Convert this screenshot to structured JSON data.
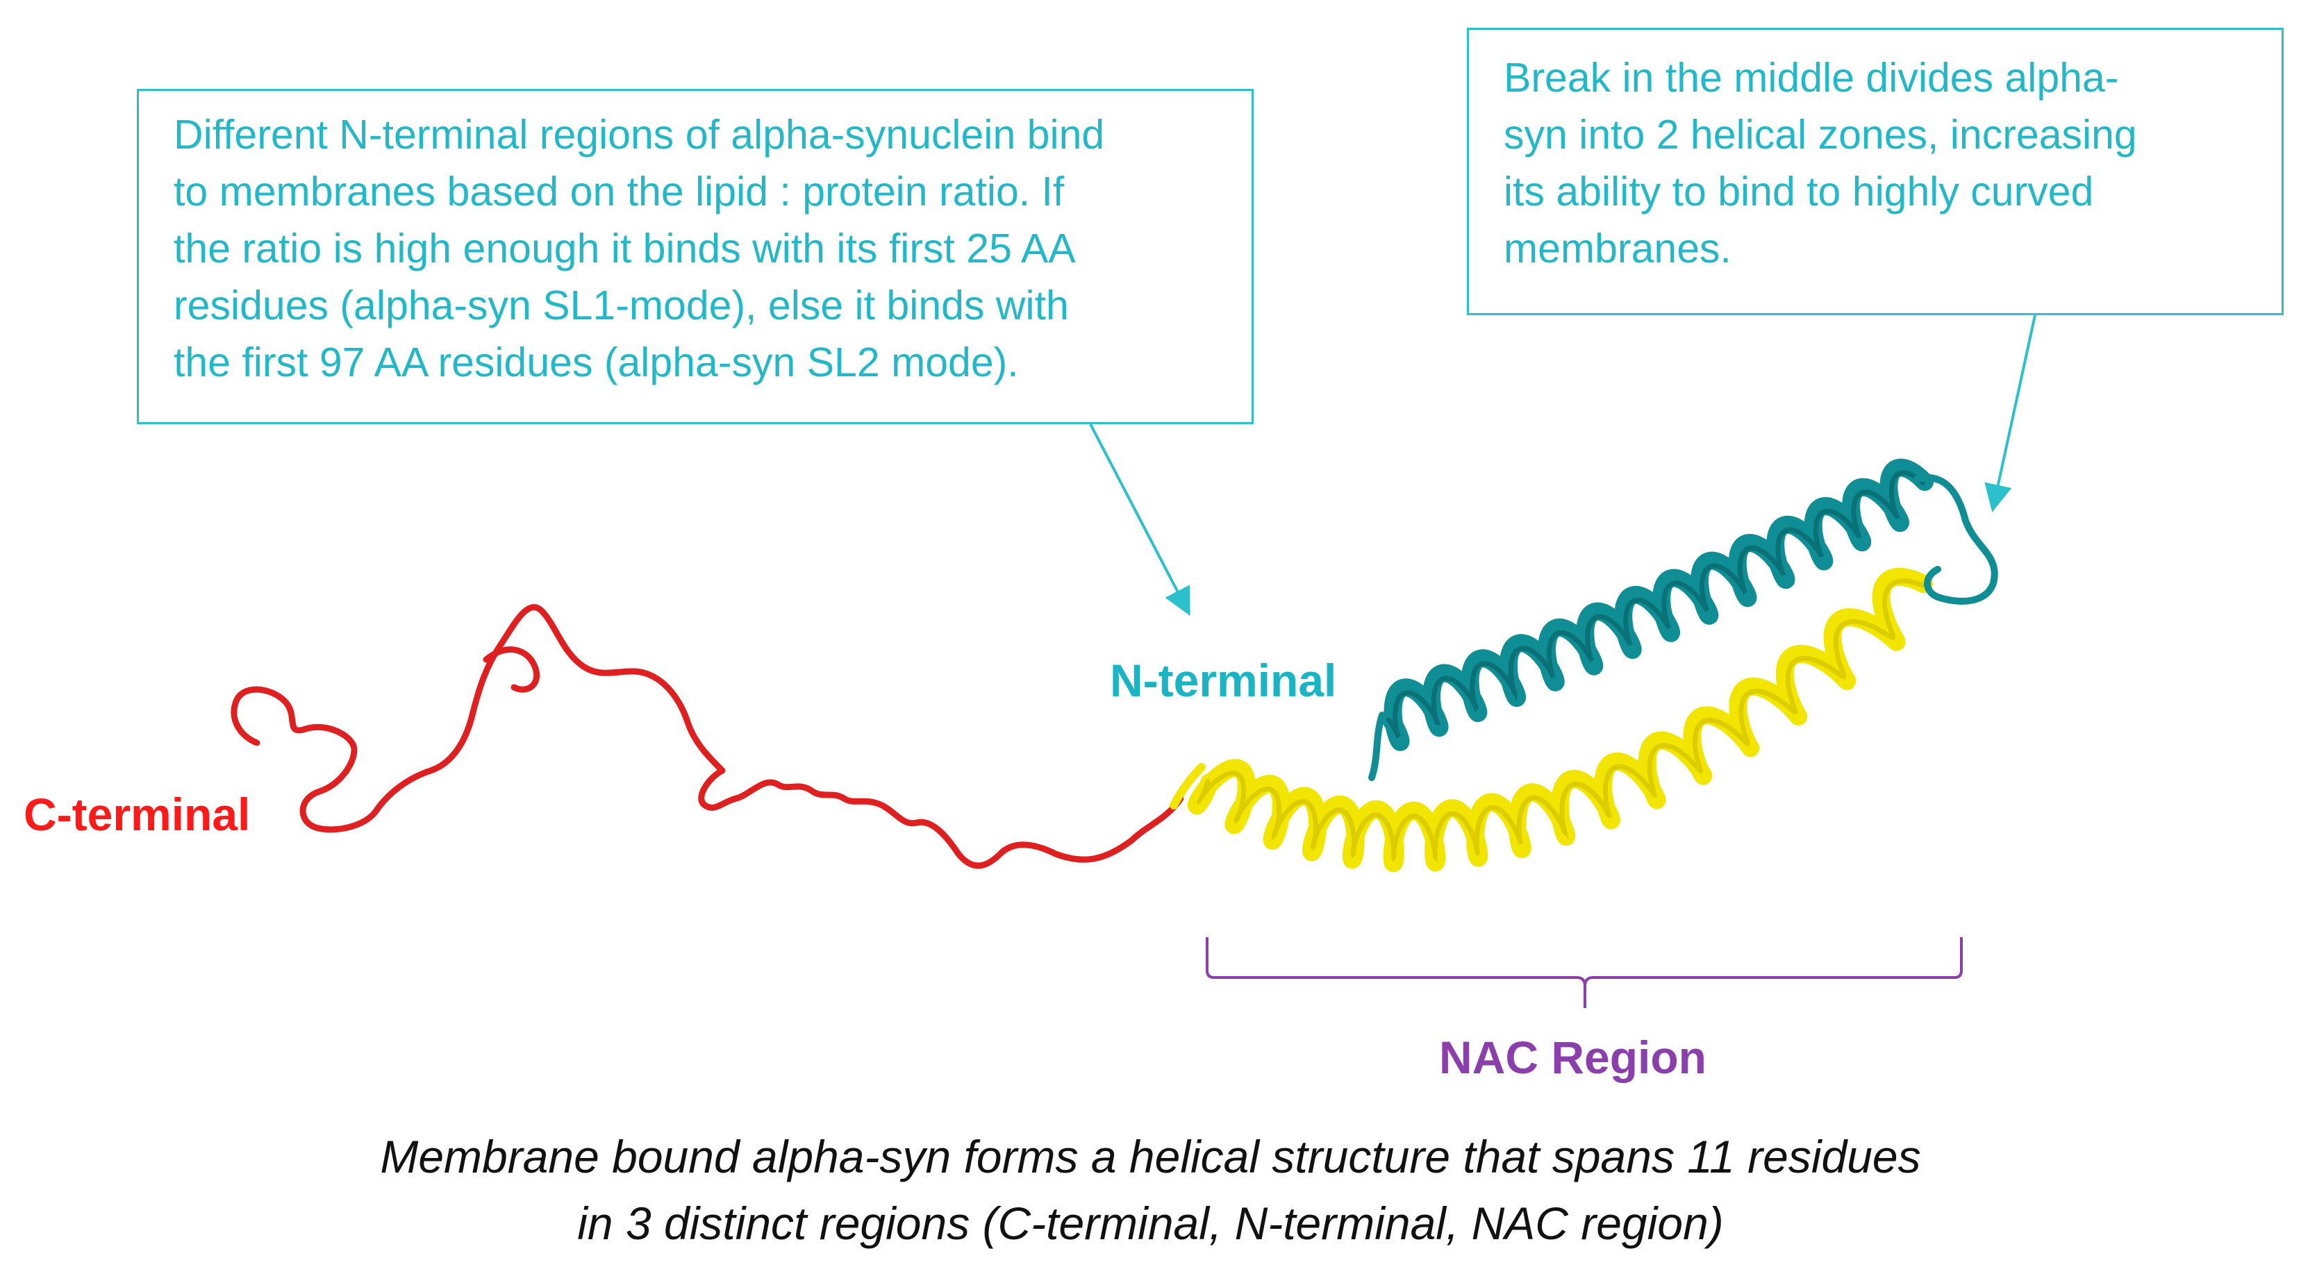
{
  "callouts": {
    "n_terminal_binding": {
      "lines": [
        "Different N-terminal regions of alpha-synuclein bind",
        "to membranes based on the lipid : protein ratio. If",
        "the ratio is high enough it binds with its first 25 AA",
        "residues (alpha-syn SL1-mode), else it binds with",
        "the first 97 AA residues (alpha-syn SL2 mode)."
      ]
    },
    "helix_break": {
      "lines": [
        "Break in the middle divides alpha-",
        "syn into 2 helical zones, increasing",
        "its ability to bind to highly curved",
        "membranes."
      ]
    }
  },
  "labels": {
    "c_terminal": "C-terminal",
    "n_terminal": "N-terminal",
    "nac_region": "NAC Region"
  },
  "caption": {
    "line1": "Membrane bound alpha-syn forms a helical structure that spans 11 residues",
    "line2": "in 3 distinct regions (C-terminal, N-terminal, NAC region)"
  },
  "colors": {
    "c_terminal": "#e02020",
    "n_terminal_helix": "#0f8f95",
    "nac_helix": "#f2e600",
    "callout_border": "#2cc0cc",
    "callout_text": "#22b8c8",
    "nac_bracket": "#8a3fad"
  }
}
